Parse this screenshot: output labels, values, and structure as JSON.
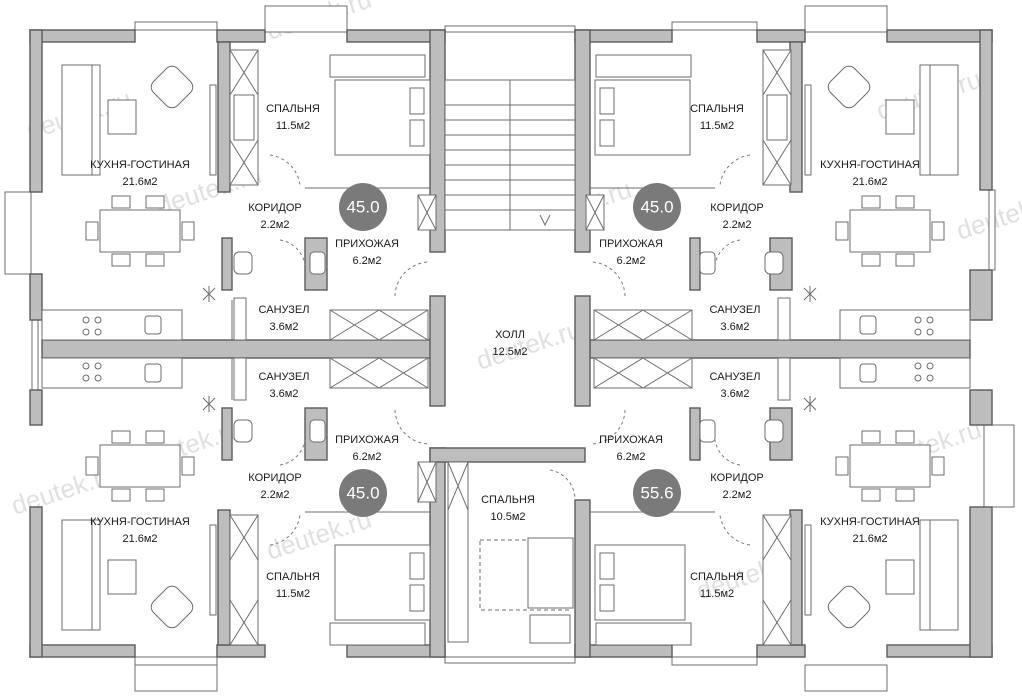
{
  "watermark": "deutek.ru",
  "center": {
    "hall": {
      "name": "ХОЛЛ",
      "area": "12.5м2"
    },
    "bedroom": {
      "name": "СПАЛЬНЯ",
      "area": "10.5м2"
    }
  },
  "apartments": {
    "top_left": {
      "area_badge": "45.0",
      "kitchen": {
        "name": "КУХНЯ-ГОСТИНАЯ",
        "area": "21.6м2"
      },
      "bedroom": {
        "name": "СПАЛЬНЯ",
        "area": "11.5м2"
      },
      "corridor": {
        "name": "КОРИДОР",
        "area": "2.2м2"
      },
      "hallway": {
        "name": "ПРИХОЖАЯ",
        "area": "6.2м2"
      },
      "bathroom": {
        "name": "САНУЗЕЛ",
        "area": "3.6м2"
      }
    },
    "top_right": {
      "area_badge": "45.0",
      "kitchen": {
        "name": "КУХНЯ-ГОСТИНАЯ",
        "area": "21.6м2"
      },
      "bedroom": {
        "name": "СПАЛЬНЯ",
        "area": "11.5м2"
      },
      "corridor": {
        "name": "КОРИДОР",
        "area": "2.2м2"
      },
      "hallway": {
        "name": "ПРИХОЖАЯ",
        "area": "6.2м2"
      },
      "bathroom": {
        "name": "САНУЗЕЛ",
        "area": "3.6м2"
      }
    },
    "bottom_left": {
      "area_badge": "45.0",
      "kitchen": {
        "name": "КУХНЯ-ГОСТИНАЯ",
        "area": "21.6м2"
      },
      "bedroom": {
        "name": "СПАЛЬНЯ",
        "area": "11.5м2"
      },
      "corridor": {
        "name": "КОРИДОР",
        "area": "2.2м2"
      },
      "hallway": {
        "name": "ПРИХОЖАЯ",
        "area": "6.2м2"
      },
      "bathroom": {
        "name": "САНУЗЕЛ",
        "area": "3.6м2"
      }
    },
    "bottom_right": {
      "area_badge": "55.6",
      "kitchen": {
        "name": "КУХНЯ-ГОСТИНАЯ",
        "area": "21.6м2"
      },
      "bedroom": {
        "name": "СПАЛЬНЯ",
        "area": "11.5м2"
      },
      "corridor": {
        "name": "КОРИДОР",
        "area": "2.2м2"
      },
      "hallway": {
        "name": "ПРИХОЖАЯ",
        "area": "6.2м2"
      },
      "bathroom": {
        "name": "САНУЗЕЛ",
        "area": "3.6м2"
      }
    }
  }
}
